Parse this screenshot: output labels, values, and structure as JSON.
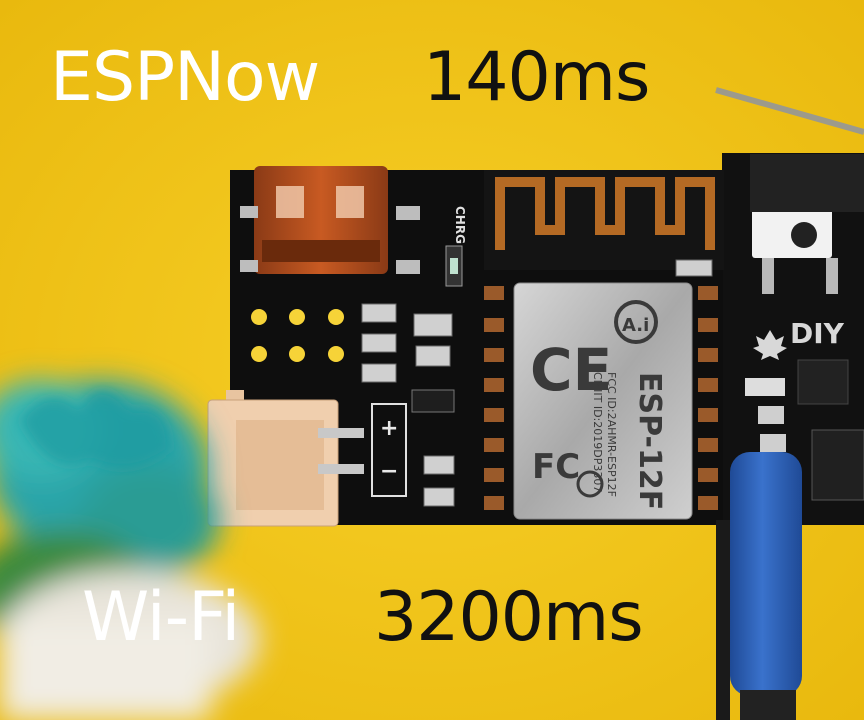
{
  "comparison": {
    "espnow": {
      "label": "ESPNow",
      "time": "140ms"
    },
    "wifi": {
      "label": "Wi-Fi",
      "time": "3200ms"
    }
  },
  "board": {
    "silkscreen_charge": "CHRG",
    "silkscreen_diy": "DIY",
    "silkscreen_plus": "+",
    "silkscreen_minus": "−",
    "module": {
      "brand": "A.i",
      "model": "ESP-12F",
      "fcc_line_1": "FCC ID:2AHMR-ESP12F",
      "fcc_line_2": "CMIIT ID:2019DP3307",
      "ce_mark": "CE",
      "fc_mark": "FC"
    }
  },
  "colors": {
    "background": "#f4c81a",
    "pcb": "#101010",
    "label_light": "#ffffff",
    "label_dark": "#111111",
    "heatshrink": "#2f62b8"
  }
}
